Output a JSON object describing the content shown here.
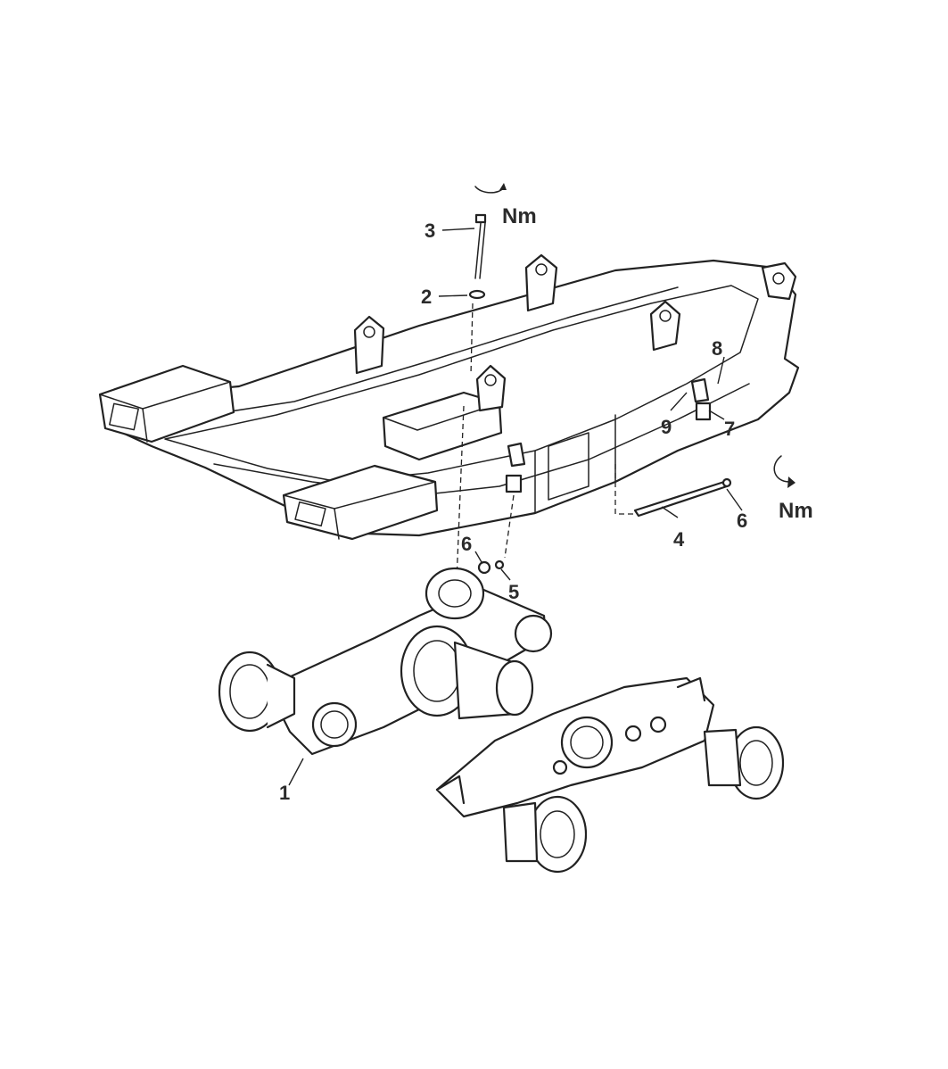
{
  "callouts": {
    "c1": "1",
    "c2": "2",
    "c3": "3",
    "c4": "4",
    "c5": "5",
    "c6a": "6",
    "c6b": "6",
    "c7": "7",
    "c8": "8",
    "c9": "9"
  },
  "torque": {
    "top_unit": "Nm",
    "right_unit": "Nm"
  },
  "icons": {
    "torque_top": "rotate-arrow-icon",
    "torque_right": "rotate-arrow-icon"
  }
}
